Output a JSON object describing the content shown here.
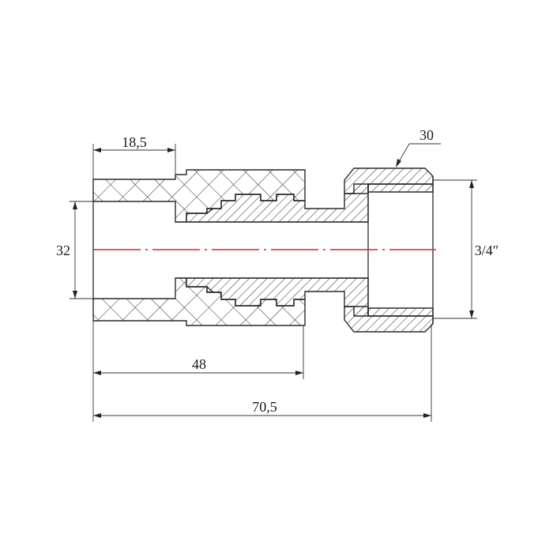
{
  "drawing": {
    "dimensions": {
      "socket_depth": "18,5",
      "pipe_diameter": "32",
      "nut_size": "30",
      "thread_size": "3/4″",
      "body_length": "48",
      "overall_length": "70,5"
    },
    "colors": {
      "outline": "#2a2a2a",
      "axis": "#d12a2a",
      "background": "#ffffff"
    }
  }
}
